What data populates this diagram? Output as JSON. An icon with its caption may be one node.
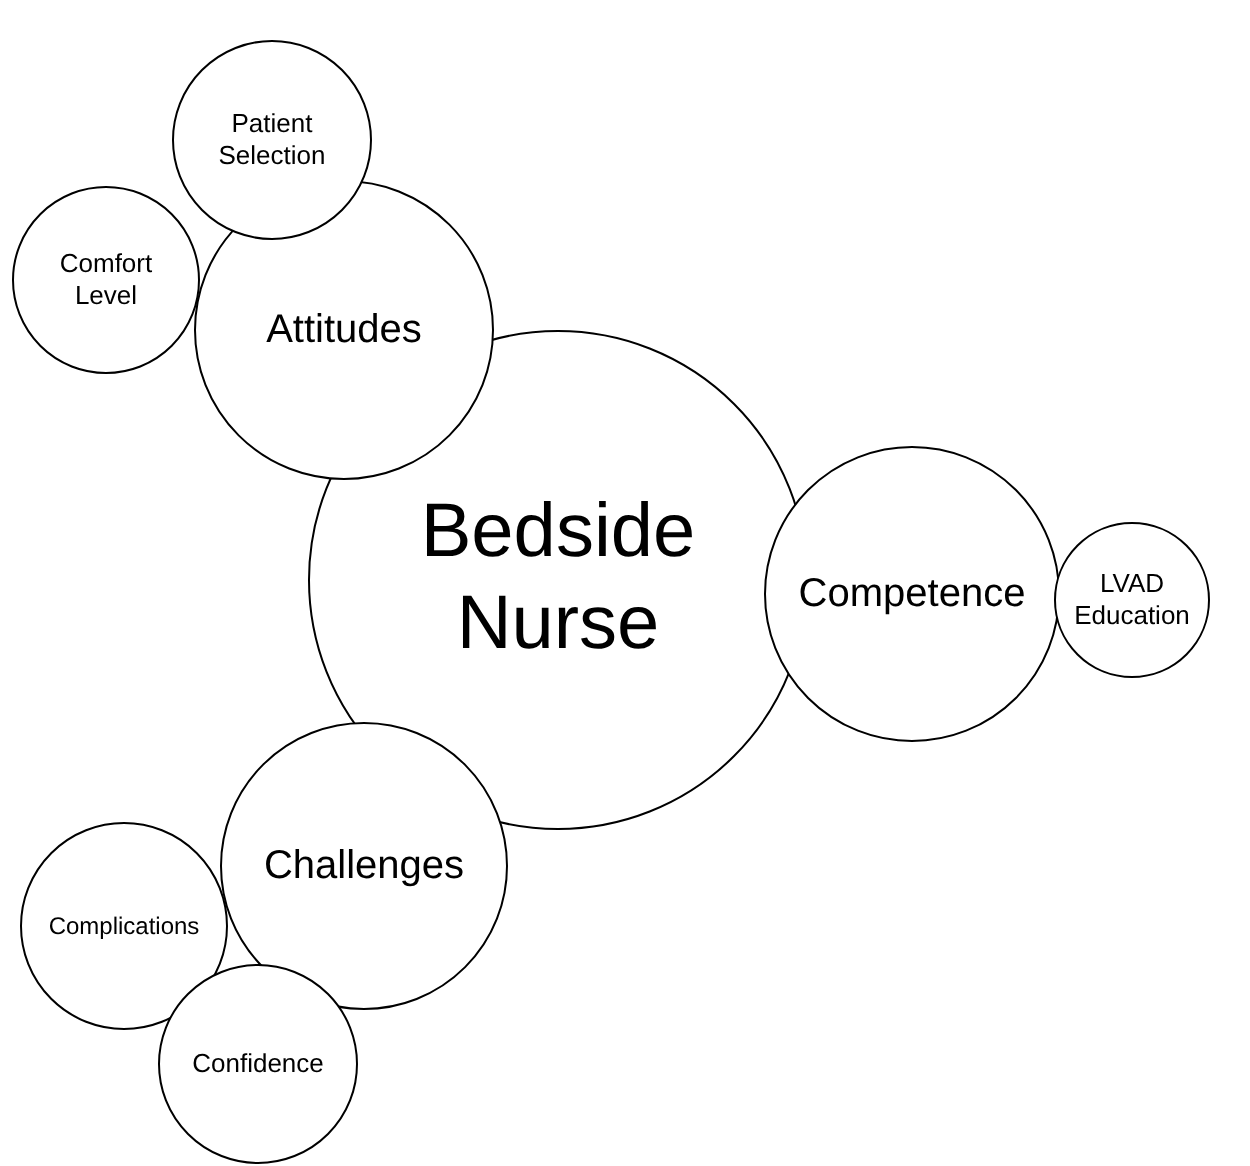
{
  "diagram": {
    "nodes": [
      {
        "text": [
          "Bedside Nurse"
        ]
      },
      {
        "text": [
          "Attitudes"
        ]
      },
      {
        "text": [
          "Patient Selection"
        ]
      },
      {
        "text": [
          "Comfort Level"
        ]
      },
      {
        "text": [
          "Competence"
        ]
      },
      {
        "text": [
          "LVAD Education"
        ]
      },
      {
        "text": [
          "Challenges"
        ]
      },
      {
        "text": [
          "Complications"
        ]
      },
      {
        "text": [
          "Confidence"
        ]
      }
    ]
  }
}
